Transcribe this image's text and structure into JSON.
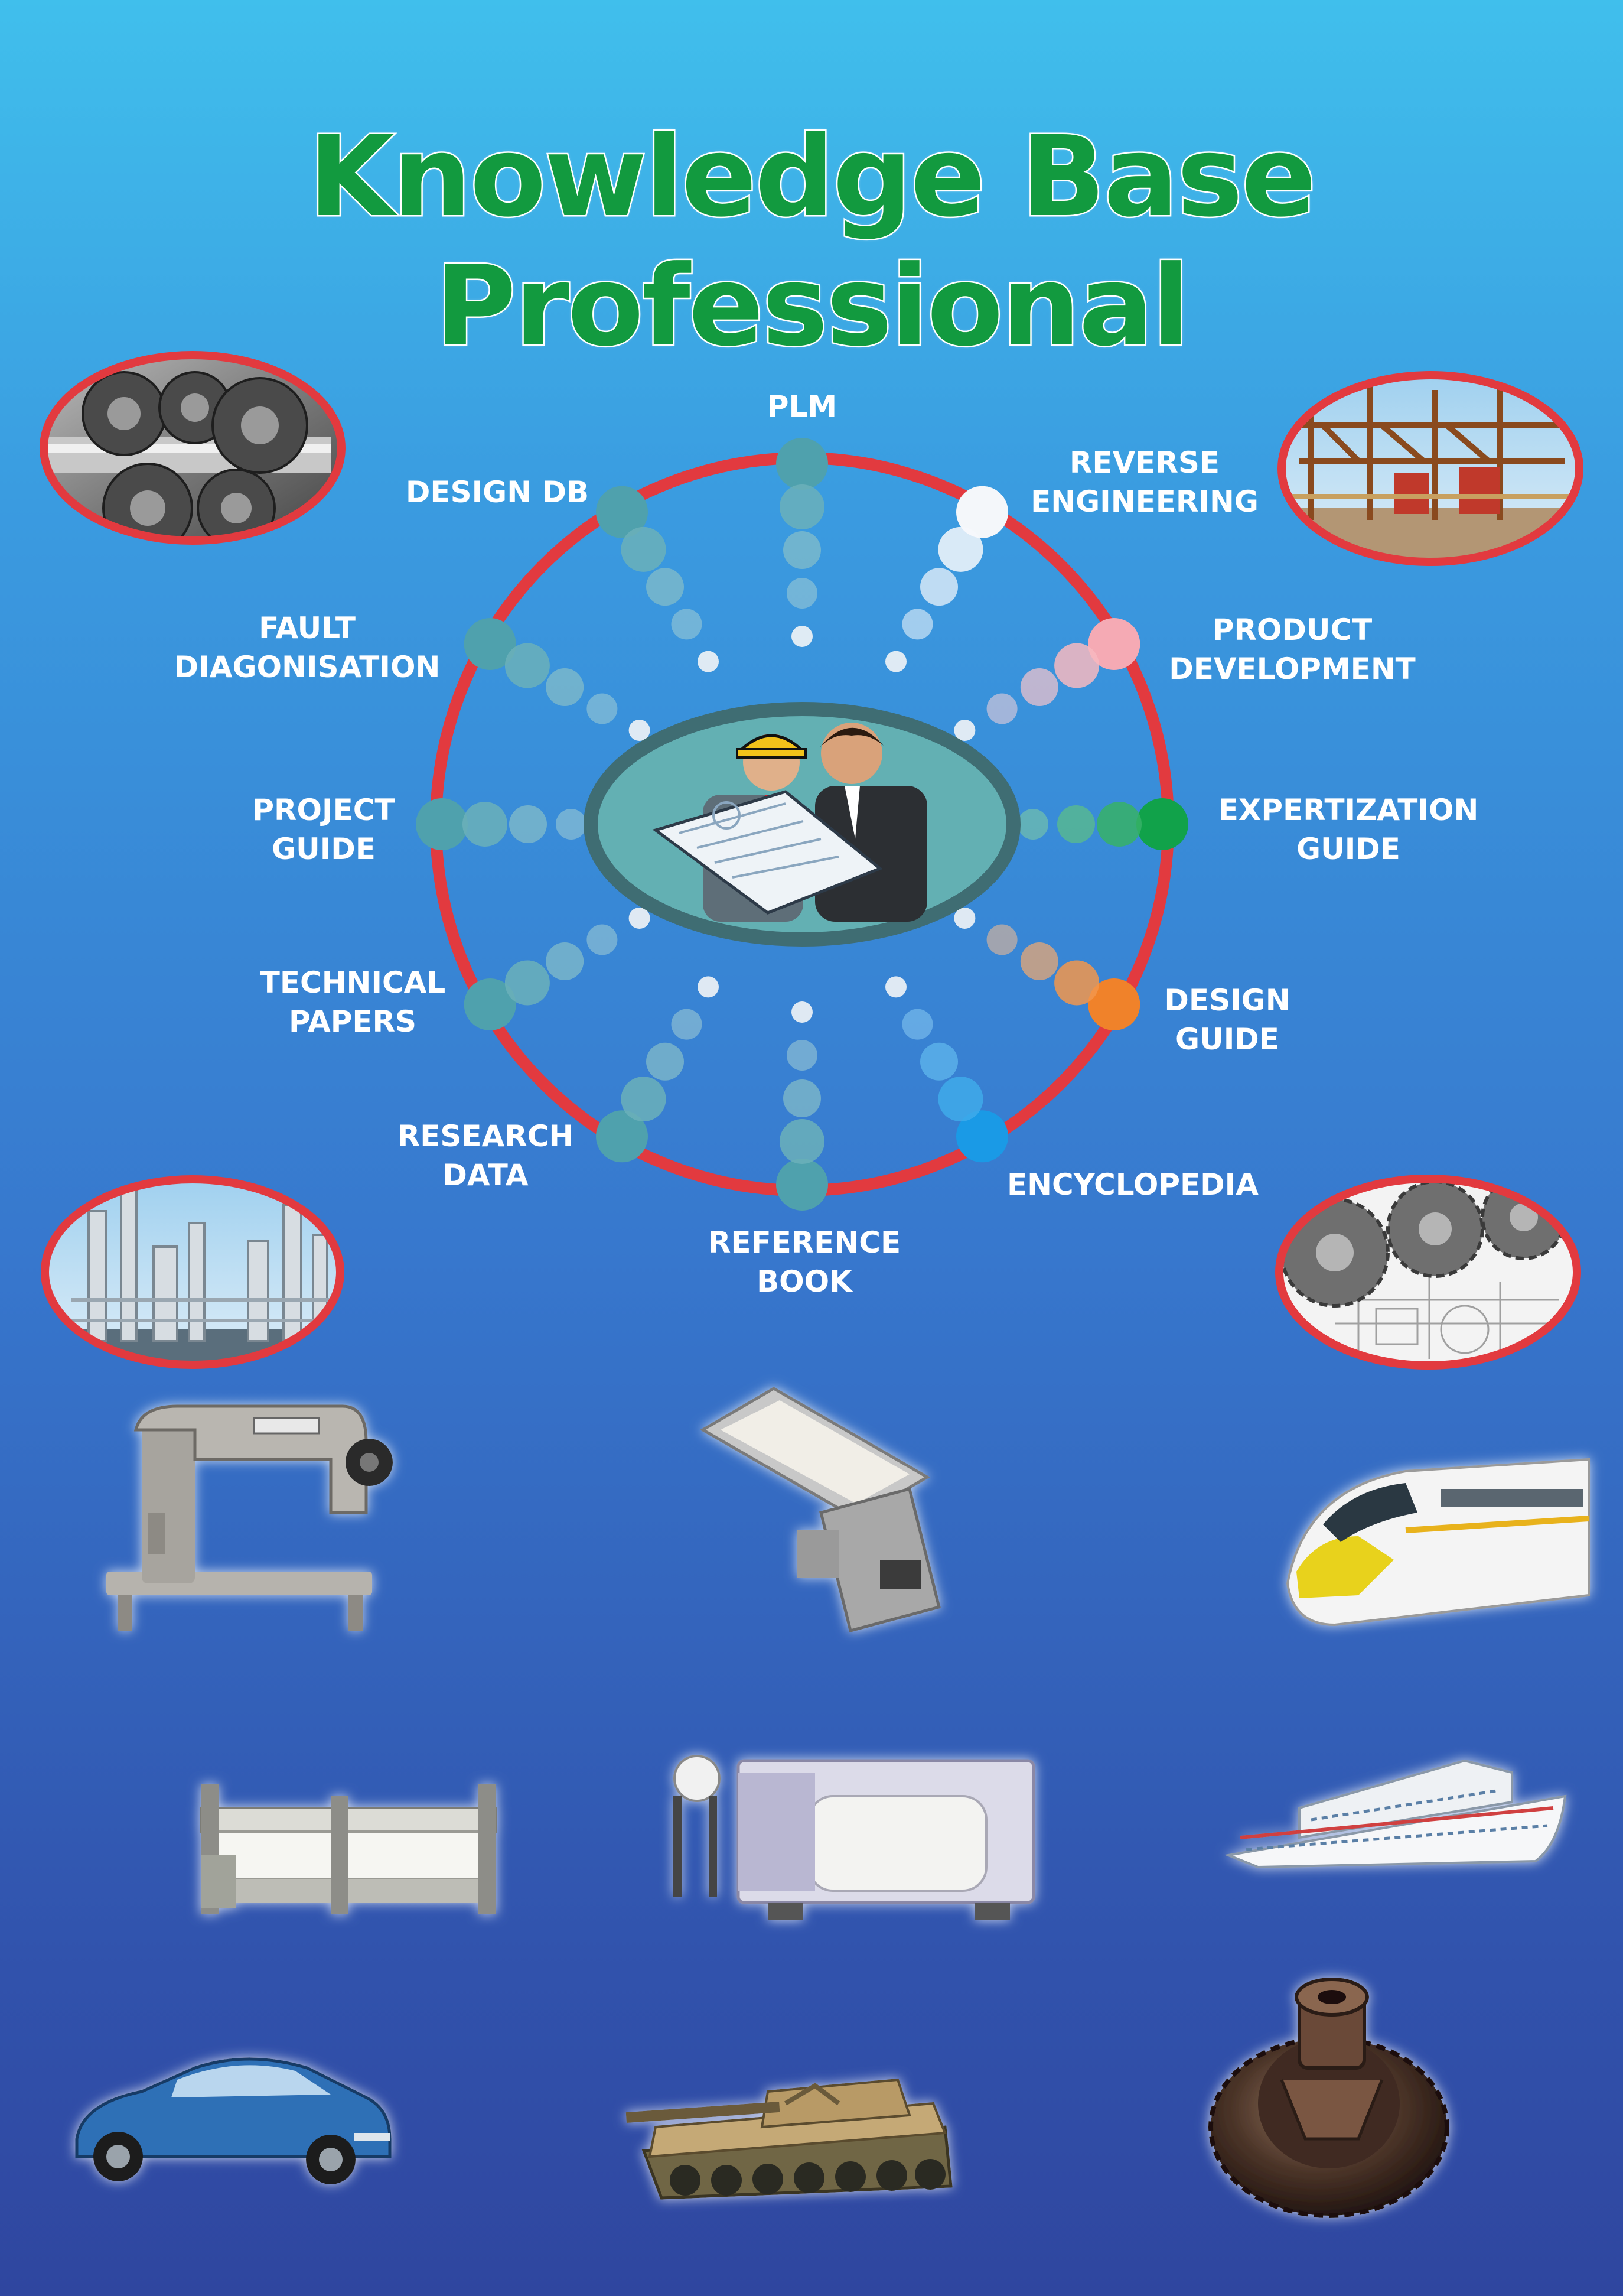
{
  "title": "Knowledge Base Professional",
  "colors": {
    "ring": "#e23a3f",
    "title_green": "#129a3f",
    "teal_dot": "#4fa1ad",
    "hub_fill": "#63b0b3",
    "hub_border": "#3f6d73"
  },
  "hub": {
    "icon": "engineers-reviewing-blueprint"
  },
  "spokes": [
    {
      "key": "plm",
      "lines": [
        "PLM"
      ],
      "color": "#4fa1ad"
    },
    {
      "key": "reverse",
      "lines": [
        "REVERSE",
        "ENGINEERING"
      ],
      "color": "#f4f7fa"
    },
    {
      "key": "product",
      "lines": [
        "PRODUCT",
        "DEVELOPMENT"
      ],
      "color": "#f5aab4"
    },
    {
      "key": "expertization",
      "lines": [
        "EXPERTIZATION",
        "GUIDE"
      ],
      "color": "#11a24a"
    },
    {
      "key": "design_guide",
      "lines": [
        "DESIGN",
        "GUIDE"
      ],
      "color": "#f0822a"
    },
    {
      "key": "encyclopedia",
      "lines": [
        "ENCYCLOPEDIA"
      ],
      "color": "#1a9ae6"
    },
    {
      "key": "reference",
      "lines": [
        "REFERENCE",
        "BOOK"
      ],
      "color": "#4fa1ad"
    },
    {
      "key": "research",
      "lines": [
        "RESEARCH",
        "DATA"
      ],
      "color": "#4fa1ad"
    },
    {
      "key": "technical",
      "lines": [
        "TECHNICAL",
        "PAPERS"
      ],
      "color": "#4fa1ad"
    },
    {
      "key": "project",
      "lines": [
        "PROJECT",
        "GUIDE"
      ],
      "color": "#4fa1ad"
    },
    {
      "key": "fault",
      "lines": [
        "FAULT",
        "DIAGONISATION"
      ],
      "color": "#4fa1ad"
    },
    {
      "key": "design_db",
      "lines": [
        "DESIGN DB"
      ],
      "color": "#4fa1ad"
    }
  ],
  "corner_photos": [
    "gearbox-photo",
    "refinery-structure-photo",
    "refinery-towers-photo",
    "gears-blueprint-photo"
  ],
  "product_images": [
    "sewing-machine",
    "vibratory-feeder",
    "bullet-train",
    "weaving-loom",
    "textile-machine",
    "cruise-ship",
    "sedan-car",
    "battle-tank",
    "bevel-gear"
  ]
}
